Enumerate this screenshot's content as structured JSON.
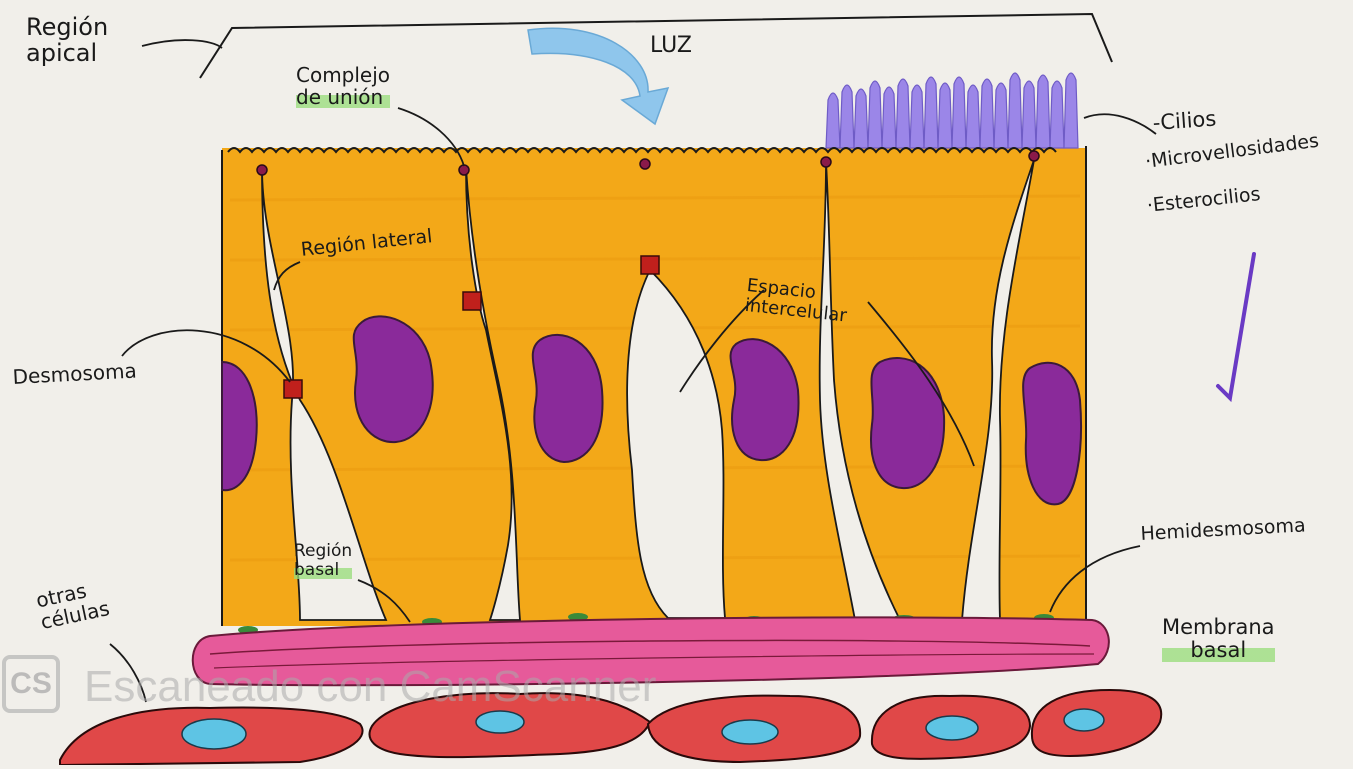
{
  "labels": {
    "region_apical": "Región\napical",
    "luz": "LUZ",
    "complejo_union": "Complejo\nde unión",
    "region_lateral": "Región lateral",
    "desmosoma": "Desmosoma",
    "espacio_intercelular": "Espacio\nintercelular",
    "cilios": "-Cilios",
    "microvellosidades": "·Microvellosidades",
    "esterocilios": "·Esterocilios",
    "region_basal": "Región\nbasal",
    "hemidesmosoma": "Hemidesmosoma",
    "membrana_basal": "Membrana\nbasal",
    "otras_celulas": "otras\ncélulas"
  },
  "watermark": {
    "logo": "CS",
    "text": "Escaneado con CamScanner"
  },
  "colors": {
    "paper": "#f1efea",
    "cell": "#f3a818",
    "nucleus": "#8a2a9a",
    "membrane": "#e65a9a",
    "cilia": "#9b86e8",
    "other_cells": "#e04848",
    "other_nucleus": "#5ec4e4",
    "arrow": "#8fc6ec",
    "ink": "#1a1a1a"
  }
}
